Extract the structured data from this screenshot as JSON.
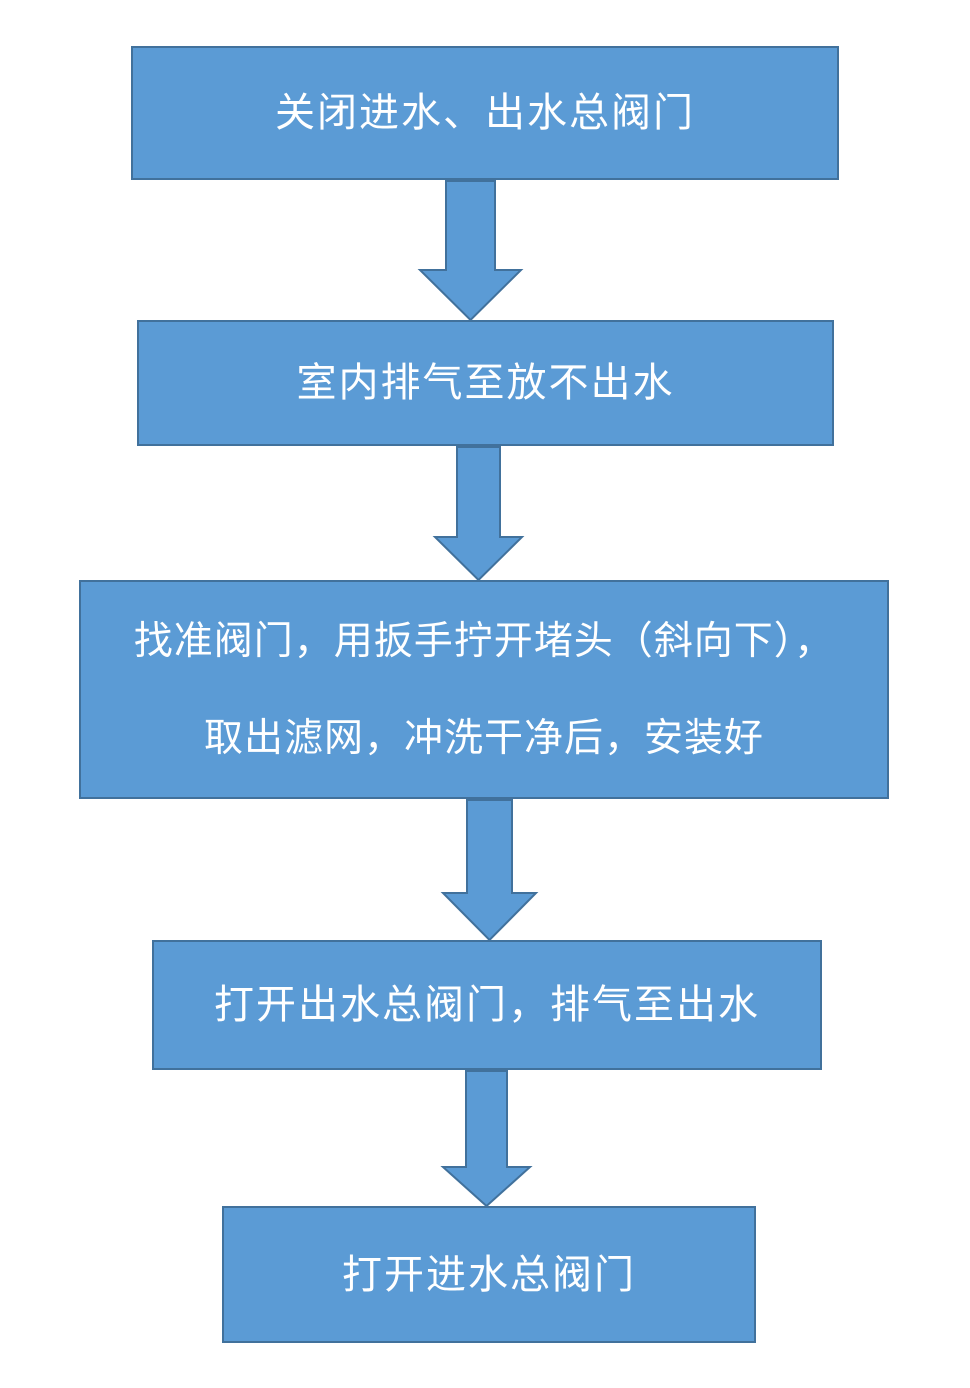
{
  "colors": {
    "box_fill": "#5b9bd5",
    "box_border": "#41719c",
    "text": "#ffffff",
    "background": "#ffffff"
  },
  "steps": [
    {
      "lines": [
        "关闭进水、出水总阀门"
      ]
    },
    {
      "lines": [
        "室内排气至放不出水"
      ]
    },
    {
      "lines": [
        "找准阀门，用扳手拧开堵头（斜向下），",
        "取出滤网，冲洗干净后，安装好"
      ]
    },
    {
      "lines": [
        "打开出水总阀门，排气至出水"
      ]
    },
    {
      "lines": [
        "打开进水总阀门"
      ]
    }
  ],
  "connectors": [
    {
      "from": 1,
      "to": 2,
      "icon": "arrow-down-icon"
    },
    {
      "from": 2,
      "to": 3,
      "icon": "arrow-down-icon"
    },
    {
      "from": 3,
      "to": 4,
      "icon": "arrow-down-icon"
    },
    {
      "from": 4,
      "to": 5,
      "icon": "arrow-down-icon"
    }
  ]
}
